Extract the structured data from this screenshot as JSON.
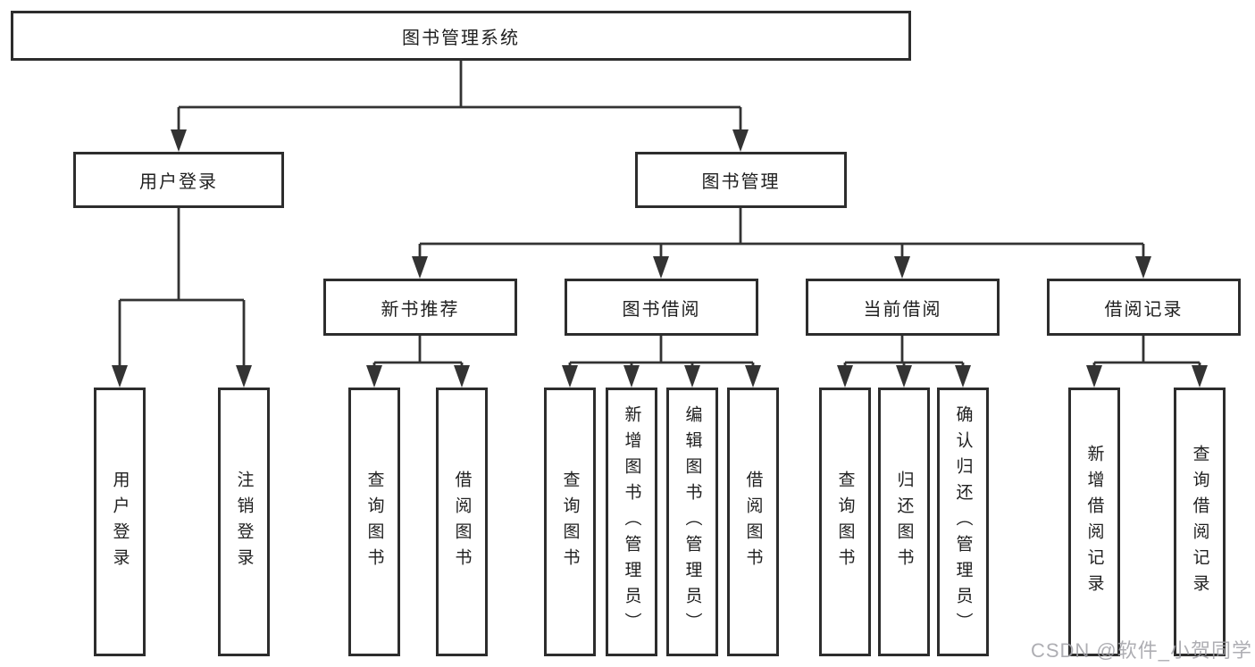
{
  "diagram": {
    "root": {
      "label": "图书管理系统"
    },
    "branches": [
      {
        "label": "用户登录",
        "children": [
          {
            "label": "用户登录"
          },
          {
            "label": "注销登录"
          }
        ]
      },
      {
        "label": "图书管理",
        "sections": [
          {
            "label": "新书推荐",
            "children": [
              {
                "label": "查询图书"
              },
              {
                "label": "借阅图书"
              }
            ]
          },
          {
            "label": "图书借阅",
            "children": [
              {
                "label": "查询图书"
              },
              {
                "label": "新增图书（管理员）"
              },
              {
                "label": "编辑图书（管理员）"
              },
              {
                "label": "借阅图书"
              }
            ]
          },
          {
            "label": "当前借阅",
            "children": [
              {
                "label": "查询图书"
              },
              {
                "label": "归还图书"
              },
              {
                "label": "确认归还（管理员）"
              }
            ]
          },
          {
            "label": "借阅记录",
            "children": [
              {
                "label": "新增借阅记录"
              },
              {
                "label": "查询借阅记录"
              }
            ]
          }
        ]
      }
    ]
  },
  "watermark": {
    "text": "CSDN @软件_小贺同学"
  }
}
